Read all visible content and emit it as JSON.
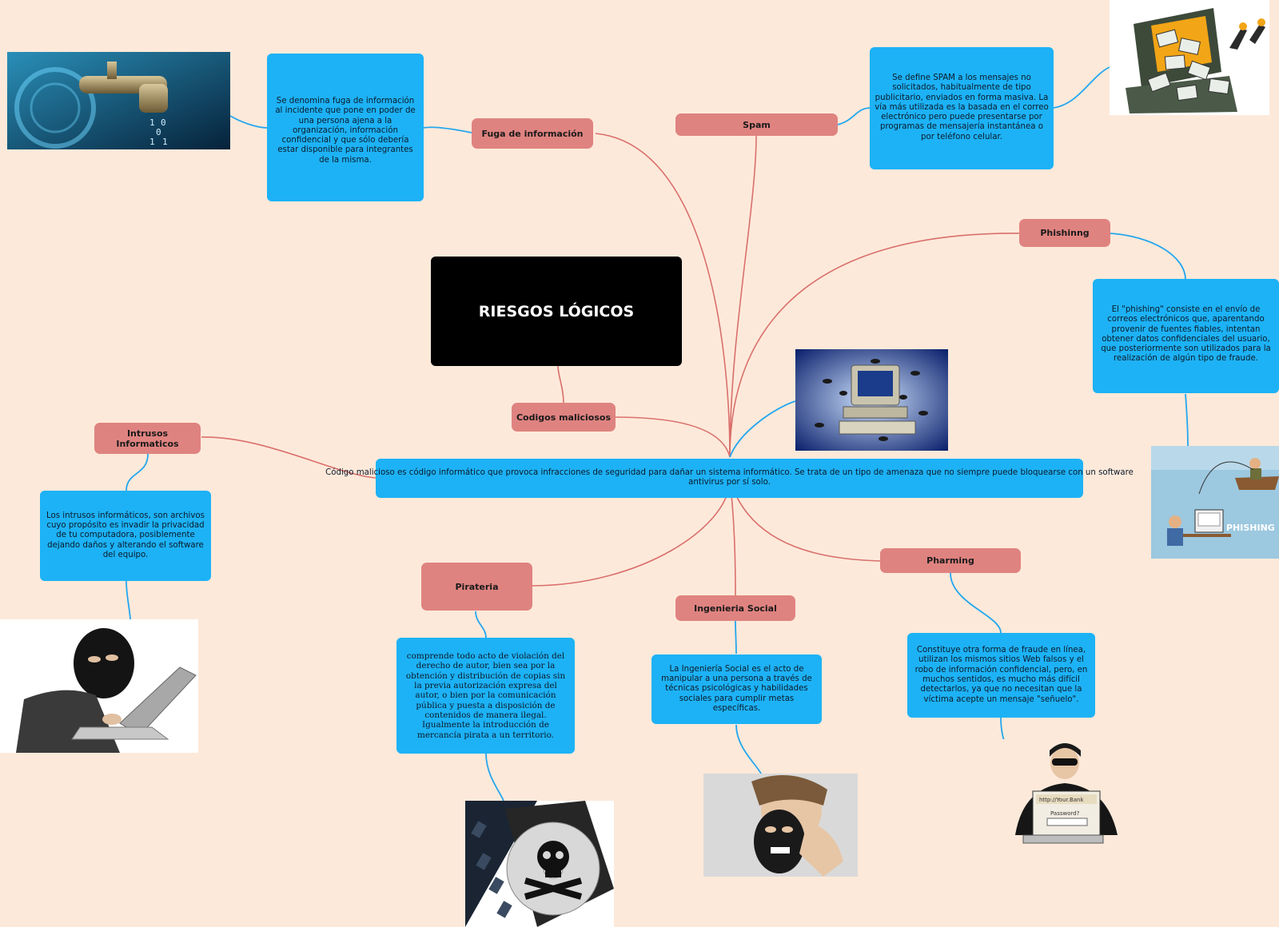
{
  "central": {
    "title": "RIESGOS LÓGICOS"
  },
  "topics": {
    "fuga": "Fuga de información",
    "spam": "Spam",
    "phishing": "Phishinng",
    "codigos": "Codigos maliciosos",
    "intrusos": "Intrusos Informaticos",
    "pirateria": "Pirateria",
    "ingenieria": "Ingenieria Social",
    "pharming": "Pharming"
  },
  "descriptions": {
    "fuga": "Se denomina fuga de información al incidente que pone en poder de una persona ajena a la organización, información confidencial y que sólo debería estar disponible para integrantes de la misma.",
    "spam": "Se define SPAM a los mensajes no solicitados, habitualmente de tipo publicitario, enviados en forma masiva. La vía más utilizada es la basada en el correo electrónico pero puede presentarse por programas de mensajería instantánea o por teléfono celular.",
    "phishing": "El \"phishing\" consiste en el envío de correos electrónicos que, aparentando provenir de fuentes fiables, intentan obtener datos confidenciales del usuario, que posteriormente son utilizados para la realización de algún tipo de fraude.",
    "codigos": "Código malicioso es código informático que provoca infracciones de seguridad para dañar un sistema informático. Se trata de un tipo de amenaza que no siempre puede bloquearse con un software antivirus por sí solo.",
    "intrusos": "Los intrusos informáticos, son archivos cuyo propósito es invadir la privacidad de tu computadora, posiblemente dejando daños y alterando el software del equipo.",
    "pirateria": "comprende todo acto de violación del derecho de autor, bien sea por la obtención y distribución de copias sin la previa autorización expresa del autor, o bien por la comunicación pública y puesta a disposición de contenidos de manera ilegal. Igualmente la introducción de mercancía pirata a un territorio.",
    "ingenieria": "La Ingeniería Social es el acto de manipular a una persona a través de técnicas psicológicas y habilidades sociales para cumplir metas específicas.",
    "pharming": "Constituye otra forma de fraude en línea, utilizan los mismos sitios Web falsos y el robo de información confidencial, pero, en muchos sentidos, es mucho más difícil detectarlos, ya que no necesitan que la víctima acepte un mensaje \"señuelo\"."
  },
  "images": {
    "phishing_caption": "PHISHING",
    "pharming_sign": "http://Your.Bank",
    "pharming_password": "Password?"
  },
  "colors": {
    "background": "#fde9da",
    "topic": "#df8380",
    "description": "#1db2f5",
    "central": "#000000",
    "branch_red": "#d9706c",
    "branch_blue": "#23a7ee"
  }
}
